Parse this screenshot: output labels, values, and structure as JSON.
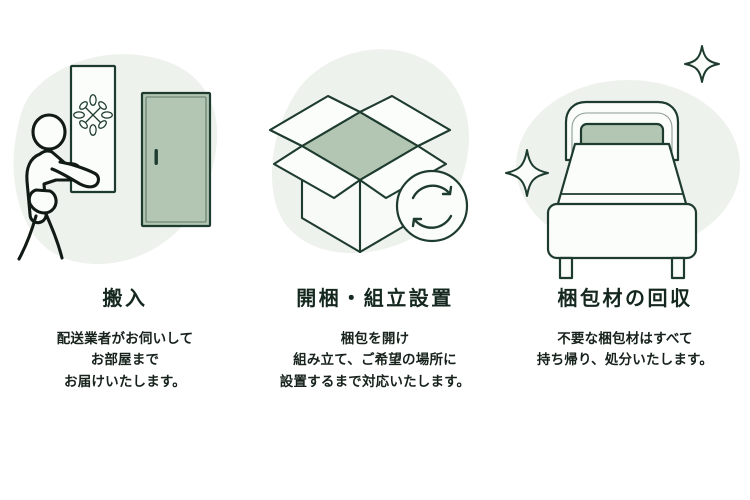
{
  "theme": {
    "background": "#ffffff",
    "ink": "#15281f",
    "stroke": "#1d3b2e",
    "blob": "#eef2ec",
    "sage": "#b3c6b3",
    "sage_dark": "#9db59d",
    "panel_light": "#f7faf6"
  },
  "columns": [
    {
      "id": "delivery",
      "illustration_name": "person-carrying-door-panel-illustration",
      "icons": [
        "person-icon",
        "door-panel-icon",
        "leaf-motif-icon",
        "door-icon"
      ],
      "heading": "搬入",
      "description_lines": [
        "配送業者がお伺いして",
        "お部屋まで",
        "お届けいたします。"
      ]
    },
    {
      "id": "assembly",
      "illustration_name": "open-cardboard-box-with-recycle-illustration",
      "icons": [
        "open-box-icon",
        "recycle-icon"
      ],
      "heading": "開梱・組立設置",
      "description_lines": [
        "梱包を開け",
        "組み立て、ご希望の場所に",
        "設置するまで対応いたします。"
      ]
    },
    {
      "id": "packaging-removal",
      "illustration_name": "clean-bed-with-sparkles-illustration",
      "icons": [
        "bed-icon",
        "sparkle-icon",
        "sparkle-outline-icon"
      ],
      "heading": "梱包材の回収",
      "description_lines": [
        "不要な梱包材はすべて",
        "持ち帰り、処分いたします。"
      ]
    }
  ]
}
